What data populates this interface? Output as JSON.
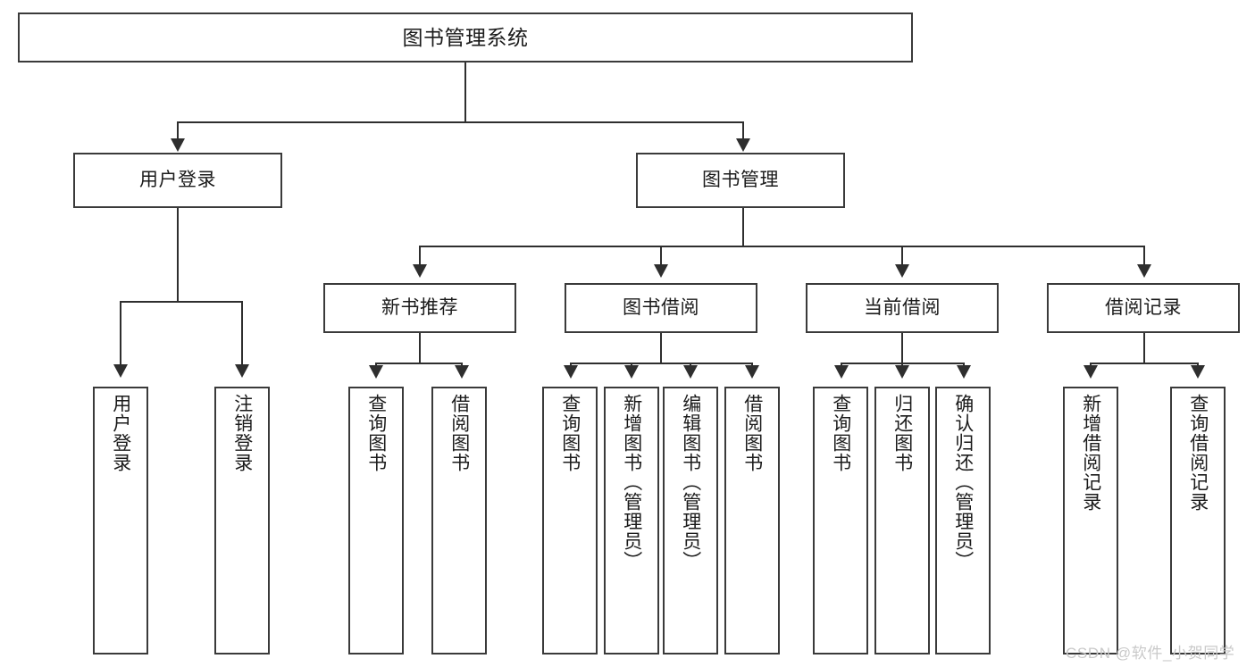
{
  "diagram": {
    "type": "tree",
    "title": "图书管理系统",
    "watermark": "CSDN @软件_小贺同学",
    "colors": {
      "box_border": "#3a3a3a",
      "connector": "#2e2e2e",
      "text": "#1b1b1b",
      "background": "#ffffff",
      "watermark": "#c9c9c9"
    },
    "nodes": {
      "root": {
        "label": "图书管理系统"
      },
      "tier2": [
        {
          "label": "用户登录"
        },
        {
          "label": "图书管理"
        }
      ],
      "tier3": [
        {
          "label": "新书推荐"
        },
        {
          "label": "图书借阅"
        },
        {
          "label": "当前借阅"
        },
        {
          "label": "借阅记录"
        }
      ],
      "leaves": {
        "user_login": [
          {
            "label": "用户登录"
          },
          {
            "label": "注销登录"
          }
        ],
        "new_book": [
          {
            "label": "查询图书"
          },
          {
            "label": "借阅图书"
          }
        ],
        "book_borrow": [
          {
            "label": "查询图书"
          },
          {
            "label": "新增图书（管理员）"
          },
          {
            "label": "编辑图书（管理员）"
          },
          {
            "label": "借阅图书"
          }
        ],
        "current_borrow": [
          {
            "label": "查询图书"
          },
          {
            "label": "归还图书"
          },
          {
            "label": "确认归还（管理员）"
          }
        ],
        "borrow_record": [
          {
            "label": "新增借阅记录"
          },
          {
            "label": "查询借阅记录"
          }
        ]
      }
    }
  }
}
